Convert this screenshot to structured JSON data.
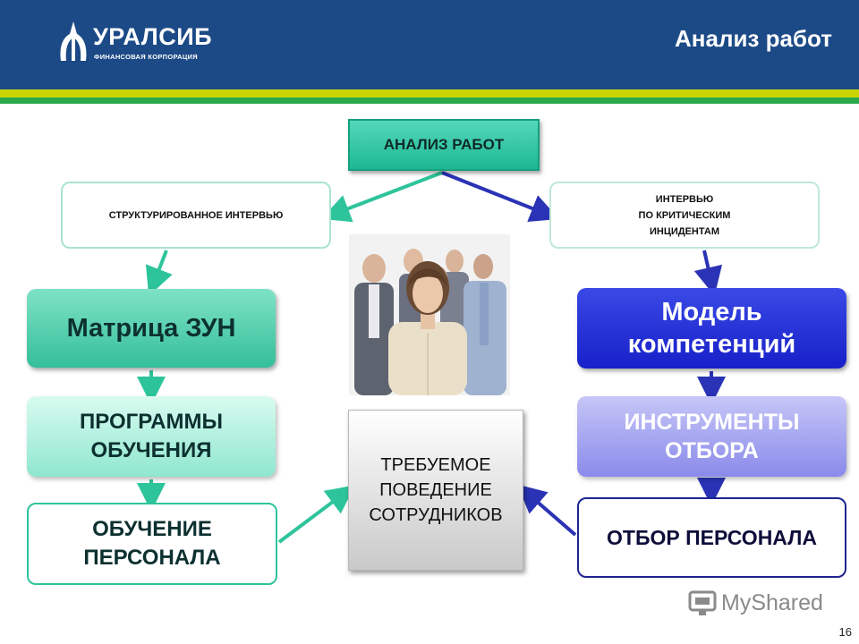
{
  "header": {
    "logo_word": "УРАЛСИБ",
    "logo_sub": "ФИНАНСОВАЯ КОРПОРАЦИЯ",
    "title": "Анализ работ"
  },
  "diagram": {
    "top": "АНАЛИЗ РАБОТ",
    "left_interview": "СТРУКТУРИРОВАННОЕ ИНТЕРВЬЮ",
    "right_interview": [
      "ИНТЕРВЬЮ",
      "ПО КРИТИЧЕСКИМ",
      "ИНЦИДЕНТАМ"
    ],
    "matrix": "Матрица ЗУН",
    "programs": [
      "ПРОГРАММЫ",
      "ОБУЧЕНИЯ"
    ],
    "training": [
      "ОБУЧЕНИЕ",
      "ПЕРСОНАЛА"
    ],
    "model": [
      "Модель",
      "компетенций"
    ],
    "tools": [
      "ИНСТРУМЕНТЫ",
      "ОТБОРА"
    ],
    "selection": "ОТБОР ПЕРСОНАЛА",
    "behavior": [
      "ТРЕБУЕМОЕ",
      "ПОВЕДЕНИЕ",
      "СОТРУДНИКОВ"
    ]
  },
  "colors": {
    "header_bg": "#1c4a86",
    "green_accent": "#2ec49b",
    "blue_accent": "#1d2590"
  },
  "footer": {
    "watermark": "MyShared",
    "page_number": "16"
  }
}
